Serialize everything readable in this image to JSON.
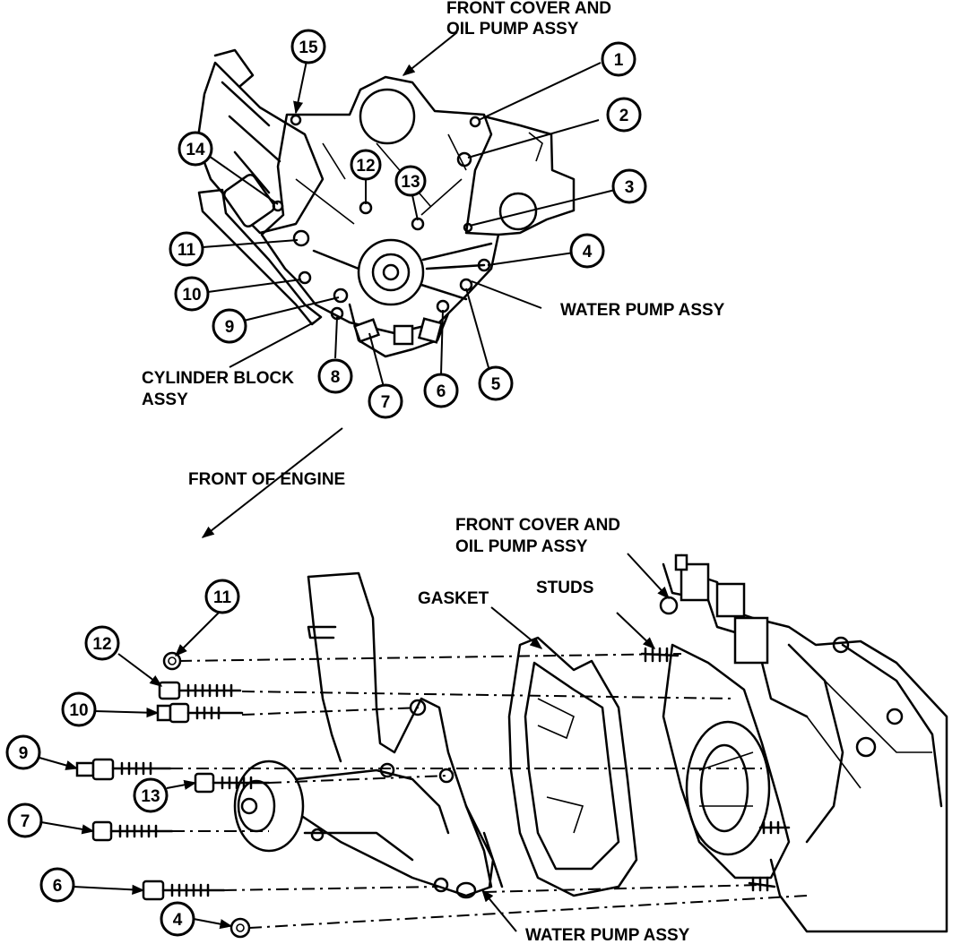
{
  "labels": {
    "front_cover_top_line1": "FRONT COVER AND",
    "front_cover_top_line2": "OIL PUMP ASSY",
    "water_pump_top": "WATER PUMP ASSY",
    "cylinder_block_line1": "CYLINDER BLOCK",
    "cylinder_block_line2": "ASSY",
    "front_of_engine": "FRONT OF ENGINE",
    "front_cover_bottom_line1": "FRONT COVER AND",
    "front_cover_bottom_line2": "OIL PUMP ASSY",
    "studs": "STUDS",
    "gasket": "GASKET",
    "water_pump_bottom": "WATER PUMP ASSY"
  },
  "top_callouts": [
    "1",
    "2",
    "3",
    "4",
    "5",
    "6",
    "7",
    "8",
    "9",
    "10",
    "11",
    "12",
    "13",
    "14",
    "15"
  ],
  "bottom_callouts": [
    "11",
    "12",
    "10",
    "9",
    "13",
    "7",
    "6",
    "4"
  ]
}
